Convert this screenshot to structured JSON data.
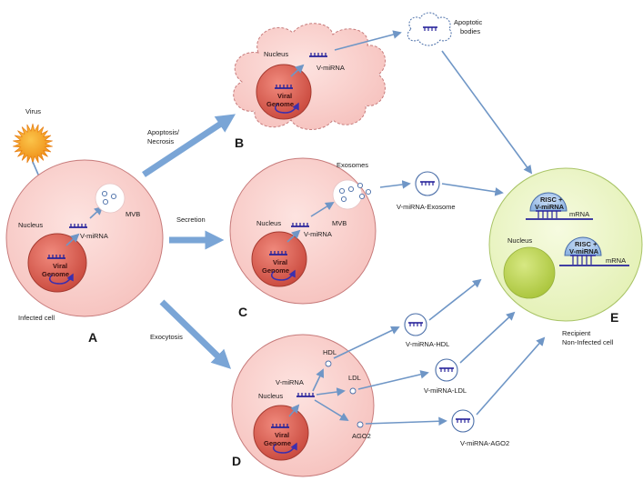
{
  "labels": {
    "virus": "Virus",
    "infected_cell": "Infected cell",
    "nucleus": "Nucleus",
    "viral_genome_line1": "Viral",
    "viral_genome_line2": "Genome",
    "v_mirna": "V-miRNA",
    "mvb": "MVB",
    "apoptosis_line1": "Apoptosis/",
    "apoptosis_line2": "Necrosis",
    "secretion": "Secretion",
    "exocytosis": "Exocytosis",
    "exosomes": "Exosomes",
    "apoptotic_bodies_line1": "Apoptotic",
    "apoptotic_bodies_line2": "bodies",
    "v_mirna_exosome": "V-miRNA-Exosome",
    "hdl": "HDL",
    "ldl": "LDL",
    "ago2": "AGO2",
    "v_mirna_hdl": "V-miRNA-HDL",
    "v_mirna_ldl": "V-miRNA-LDL",
    "v_mirna_ago2": "V-miRNA-AGO2",
    "risc_line1": "RISC +",
    "risc_line2": "V-miRNA",
    "mrna": "mRNA",
    "recipient_line1": "Recipient",
    "recipient_line2": "Non-Infected cell"
  },
  "panels": {
    "a": "A",
    "b": "B",
    "c": "C",
    "d": "D",
    "e": "E"
  },
  "colors": {
    "infected_cell": "#f9d3d0",
    "infected_nucleus": "#e2665a",
    "recipient_cell": "#eef7c9",
    "recipient_nucleus": "#c6dc57",
    "arrow": "#7aa5d6",
    "mirna": "#27239b",
    "virus": "#f5a623"
  }
}
